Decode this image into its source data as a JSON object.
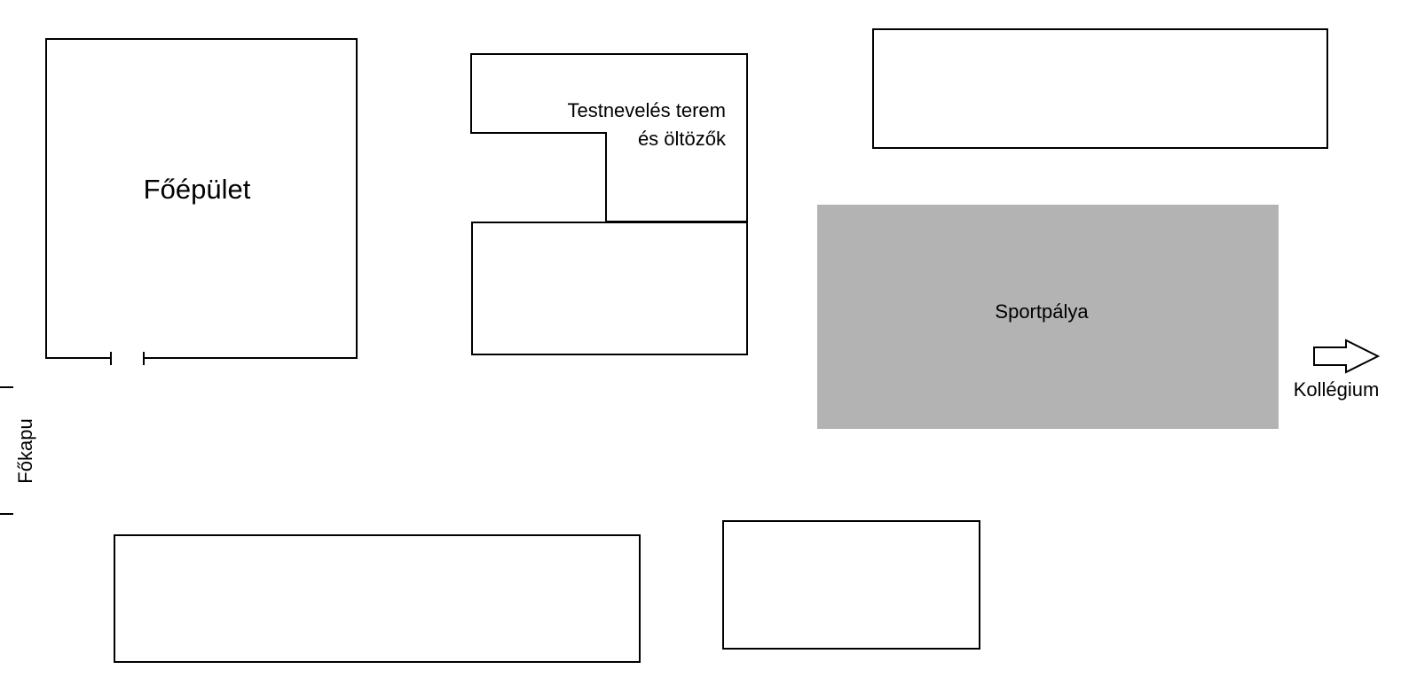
{
  "labels": {
    "main_building": "Főépület",
    "gym_line1": "Testnevelés terem",
    "gym_line2": "és öltözők",
    "sports_field": "Sportpálya",
    "dormitory": "Kollégium",
    "main_gate": "Főkapu"
  },
  "icons": {
    "dormitory_direction": "arrow-right-icon"
  },
  "colors": {
    "outline": "#000000",
    "sports_field_fill": "#b3b3b3",
    "background": "#ffffff"
  }
}
